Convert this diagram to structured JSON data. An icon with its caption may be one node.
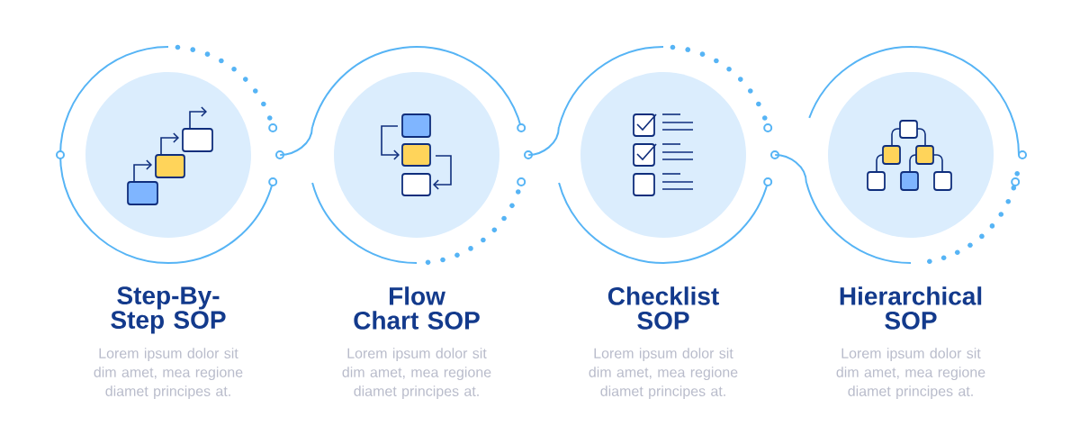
{
  "diagram": {
    "nodes": [
      {
        "text": [
          "Step-By-Step SOP",
          "Lorem ipsum dolor sit dim amet, mea regione diamet principes at."
        ]
      },
      {
        "text": [
          "Flow Chart SOP",
          "Lorem ipsum dolor sit dim amet, mea regione diamet principes at."
        ]
      },
      {
        "text": [
          "Checklist SOP",
          "Lorem ipsum dolor sit dim amet, mea regione diamet principes at."
        ]
      },
      {
        "text": [
          "Hierarchical SOP",
          "Lorem ipsum dolor sit dim amet, mea regione diamet principes at."
        ]
      }
    ],
    "edges": [
      {
        "from": 0,
        "to": 1,
        "arrow": "none"
      },
      {
        "from": 1,
        "to": 2,
        "arrow": "none"
      },
      {
        "from": 2,
        "to": 3,
        "arrow": "none"
      }
    ]
  }
}
